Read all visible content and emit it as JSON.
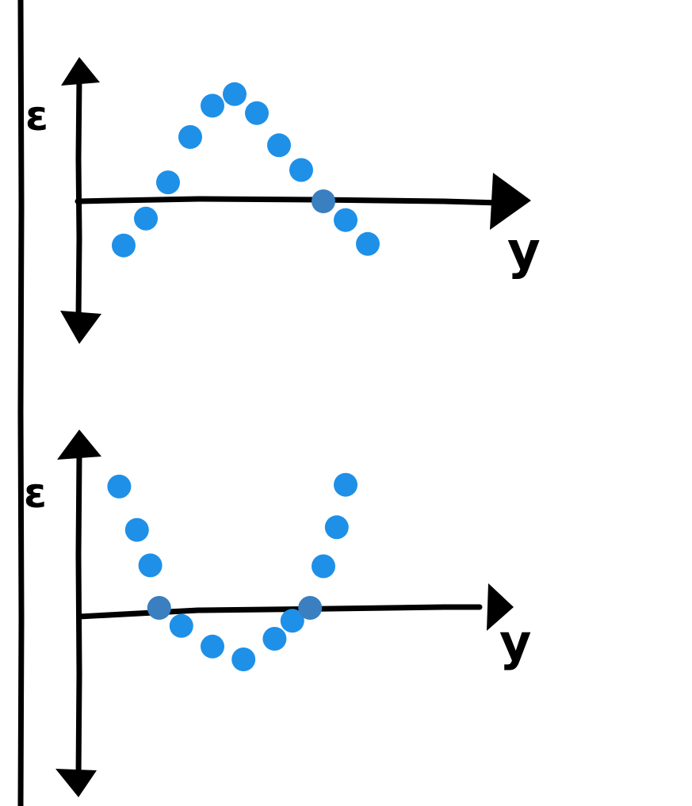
{
  "colors": {
    "background": "#ffffff",
    "ink": "#000000",
    "point": "#1e90e8",
    "point_on_axis": "#3a7fc0"
  },
  "chart_data": [
    {
      "type": "scatter",
      "title": "",
      "ylabel": "ε",
      "xlabel": "y",
      "grid": false,
      "legend": "none",
      "xlim": [
        0,
        10
      ],
      "ylim": [
        -1.5,
        1.5
      ],
      "series": [
        {
          "x": [
            1.0,
            1.5,
            2.0,
            2.5,
            3.0,
            3.5,
            4.0,
            4.5,
            5.0,
            5.5,
            6.0,
            6.5,
            7.0
          ],
          "y": [
            -0.87,
            -0.34,
            0.23,
            0.78,
            1.16,
            1.3,
            1.07,
            0.68,
            0.38,
            0.0,
            -0.37,
            -0.84,
            null
          ]
        }
      ]
    },
    {
      "type": "scatter",
      "title": "",
      "ylabel": "ε",
      "xlabel": "y",
      "grid": false,
      "legend": "none",
      "xlim": [
        0,
        10
      ],
      "ylim": [
        -2.0,
        1.6
      ],
      "series": [
        {
          "x": [
            0.9,
            1.3,
            1.6,
            1.8,
            2.3,
            3.0,
            3.7,
            4.4,
            4.8,
            5.2,
            5.5,
            5.8,
            6.0
          ],
          "y": [
            1.4,
            0.9,
            0.49,
            0.0,
            -0.35,
            -0.75,
            -1.0,
            -0.6,
            -0.25,
            0.0,
            0.48,
            0.93,
            1.42
          ]
        }
      ]
    }
  ]
}
